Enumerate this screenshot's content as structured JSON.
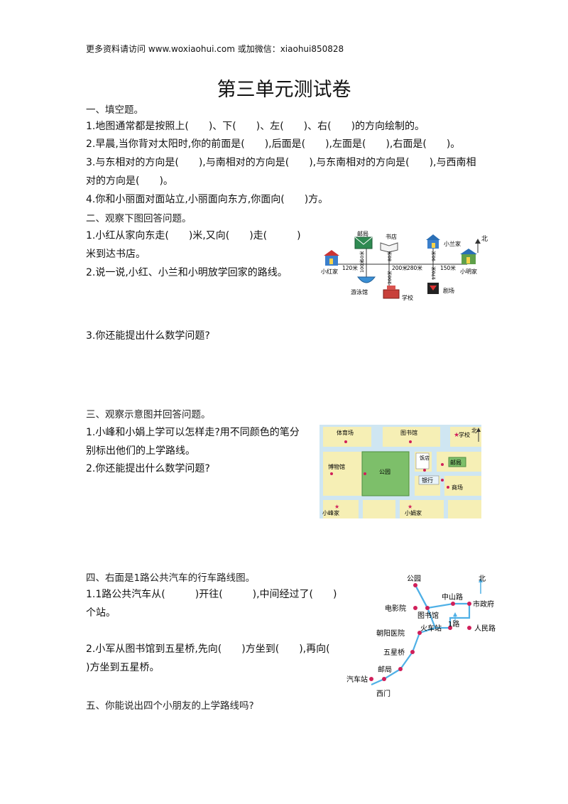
{
  "header": "更多资料请访问 www.woxiaohui.com 或加微信：xiaohui850828",
  "title": "第三单元测试卷",
  "section1": {
    "heading": "一、填空题。",
    "q1": "1.地图通常都是按照上(　　)、下(　　)、左(　　)、右(　　)的方向绘制的。",
    "q2": "2.早晨,当你背对太阳时,你的前面是(　　),后面是(　　),左面是(　　),右面是(　　)。",
    "q3_line1": "3.与东相对的方向是(　　),与南相对的方向是(　　),与东南相对的方向是(　　),与西南相",
    "q3_line2": "对的方向是(　　)。",
    "q4": "4.你和小丽面对面站立,小丽面向东方,你面向(　　)方。"
  },
  "section2": {
    "heading": "二、观察下图回答问题。",
    "q1_line1": "1.小红从家向东走(　　)米,又向(　　)走(　　　)",
    "q1_line2": "米到达书店。",
    "q2": "2.说一说,小红、小兰和小明放学回家的路线。",
    "q3": "3.你还能提出什么数学问题?",
    "map": {
      "north": "北",
      "post_office": "邮局",
      "bookstore": "书店",
      "xiaolan_home": "小兰家",
      "xiaohong_home": "小红家",
      "xiaoming_home": "小明家",
      "swimming_pool": "游泳馆",
      "school": "学校",
      "theater": "剧场",
      "d120": "120米",
      "d200": "200米",
      "d280": "280米",
      "d150": "150米",
      "d100": "100米",
      "d50": "50米",
      "d80": "80米",
      "d200v": "200米",
      "d90": "90米",
      "d170": "170米"
    }
  },
  "section3": {
    "heading": "三、观察示意图并回答问题。",
    "q1_line1": "1.小峰和小娟上学可以怎样走?用不同颜色的笔分",
    "q1_line2": "别标出他们的上学路线。",
    "q2": "2.你还能提出什么数学问题?",
    "map": {
      "stadium": "体育场",
      "library": "图书馆",
      "school": "学校",
      "north": "北",
      "museum": "博物馆",
      "park": "公园",
      "hotel": "饭店",
      "post_office": "邮局",
      "bank": "银行",
      "mall": "商场",
      "xiaofeng_home": "小峰家",
      "xiaojuan_home": "小娟家"
    }
  },
  "section4": {
    "heading": "四、右面是1路公共汽车的行车路线图。",
    "q1_line1": "1.1路公共汽车从(　　　)开往(　　　),中间经过了(　　)",
    "q1_line2": "个站。",
    "q2_line1": "2.小军从图书馆到五星桥,先向(　　)方坐到(　　),再向(",
    "q2_line2": ")方坐到五星桥。",
    "map": {
      "north": "北",
      "park": "公园",
      "zhongshan_road": "中山路",
      "city_hall": "市政府",
      "cinema": "电影院",
      "library": "图书馆",
      "hospital": "朝阳医院",
      "train_station": "火车站",
      "route": "1路",
      "renmin_road": "人民路",
      "wuxing_bridge": "五星桥",
      "post_office": "邮局",
      "bus_station": "汽车站",
      "west_gate": "西门"
    }
  },
  "section5": {
    "heading": "五、你能说出四个小朋友的上学路线吗?"
  }
}
